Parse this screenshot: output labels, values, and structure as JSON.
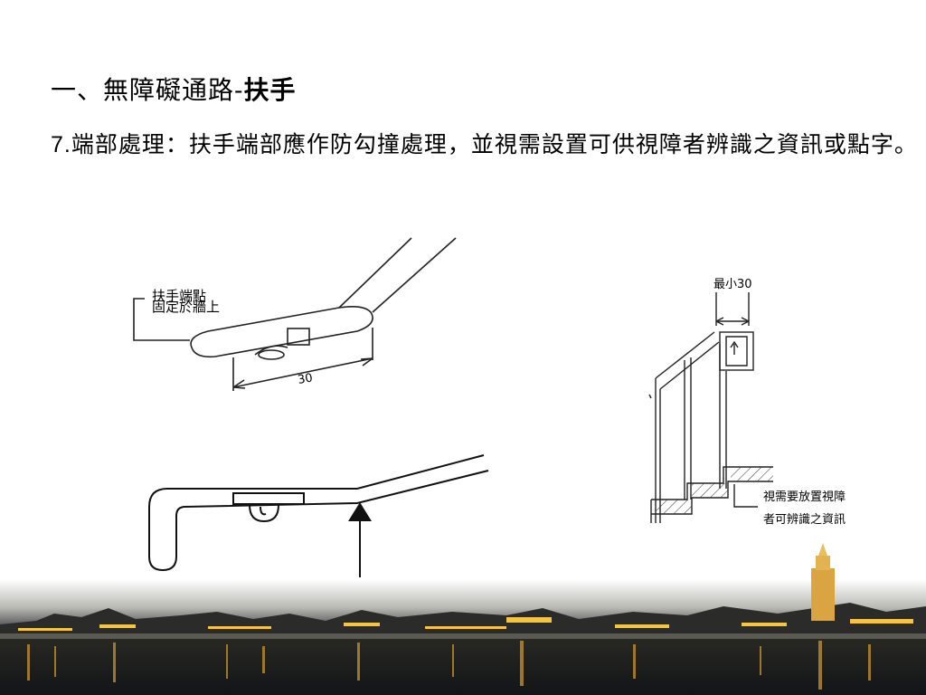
{
  "slide": {
    "title_prefix": "一、無障礙通路-",
    "title_bold": "扶手",
    "item_number": "7.",
    "item_text": "端部處理：扶手端部應作防勾撞處理，並視需設置可供視障者辨識之資訊或點字。"
  },
  "diagram_top_left": {
    "callout_line1": "扶手端點",
    "callout_line2": "固定於牆上",
    "dimension": "30"
  },
  "diagram_right": {
    "min_label": "最小30",
    "note_line1": "視需要放置視障",
    "note_line2": "者可辨識之資訊"
  },
  "colors": {
    "sky": "#ffffff",
    "night": "#1b1f26",
    "lights": "#f5c542"
  }
}
